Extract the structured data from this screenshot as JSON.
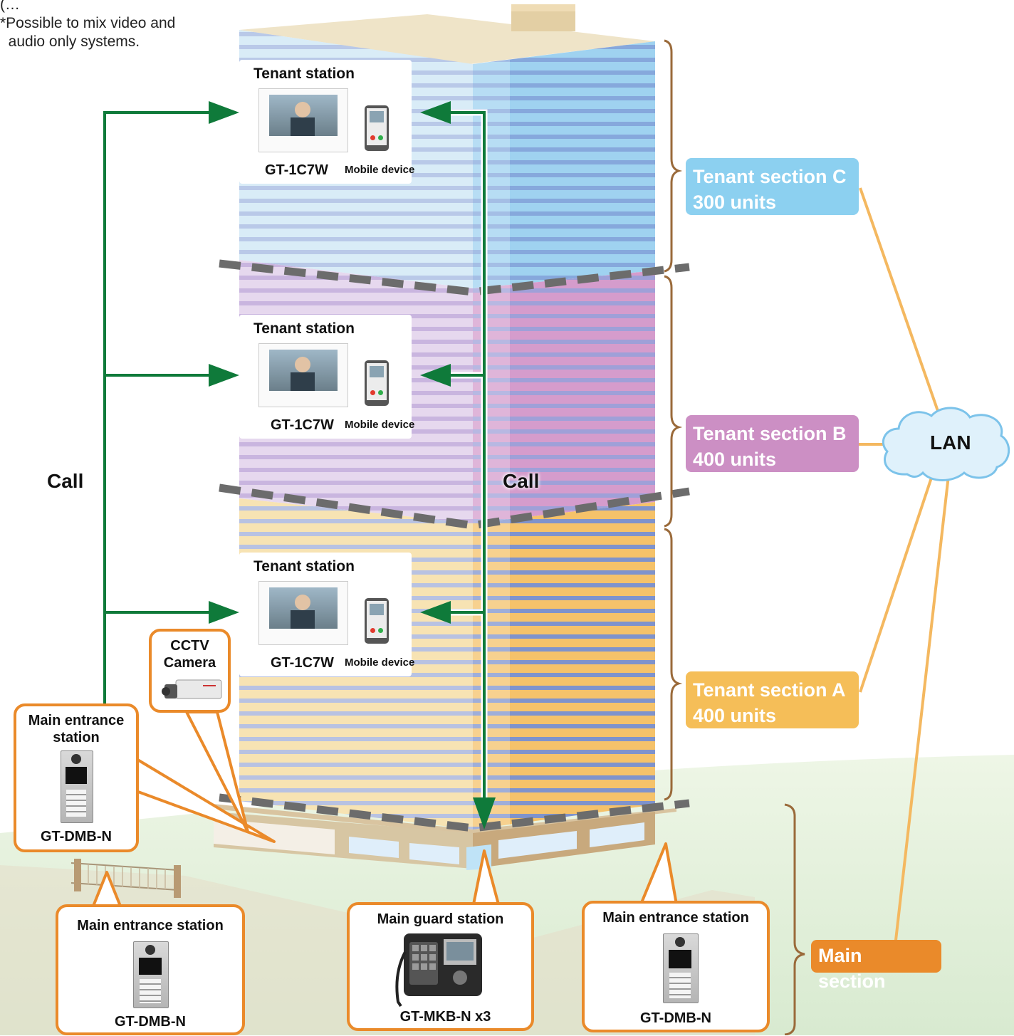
{
  "note": {
    "line1": "(…",
    "line2": "*Possible to mix video and",
    "line3": "  audio only systems."
  },
  "tenant_panels": [
    {
      "title": "Tenant station",
      "monitor_label": "GT-1C7W",
      "mobile_label": "Mobile device"
    },
    {
      "title": "Tenant station",
      "monitor_label": "GT-1C7W",
      "mobile_label": "Mobile device"
    },
    {
      "title": "Tenant station",
      "monitor_label": "GT-1C7W",
      "mobile_label": "Mobile device"
    }
  ],
  "call_labels": {
    "left": "Call",
    "center": "Call"
  },
  "sections": {
    "c": {
      "line1": "Tenant section C",
      "line2": "300 units",
      "color": "#8cd0f0"
    },
    "b": {
      "line1": "Tenant section B",
      "line2": "400 units",
      "color": "#cc8fc4"
    },
    "a": {
      "line1": "Tenant section A",
      "line2": "400 units",
      "color": "#f5be58"
    },
    "main": {
      "label": "Main section",
      "color": "#ea8a2a"
    }
  },
  "lan": {
    "label": "LAN"
  },
  "cctv": {
    "line1": "CCTV",
    "line2": "Camera"
  },
  "devices": {
    "main_entrance_left": {
      "title1": "Main entrance",
      "title2": "station",
      "model": "GT-DMB-N"
    },
    "main_entrance_gate": {
      "title": "Main entrance station",
      "model": "GT-DMB-N"
    },
    "main_guard": {
      "title": "Main guard station",
      "model": "GT-MKB-N x3"
    },
    "main_entrance_right": {
      "title": "Main entrance station",
      "model": "GT-DMB-N"
    }
  },
  "colors": {
    "call_arrow": "#0f7a3a",
    "lan_line": "#f4b860",
    "box_border": "#ea8a2a"
  }
}
